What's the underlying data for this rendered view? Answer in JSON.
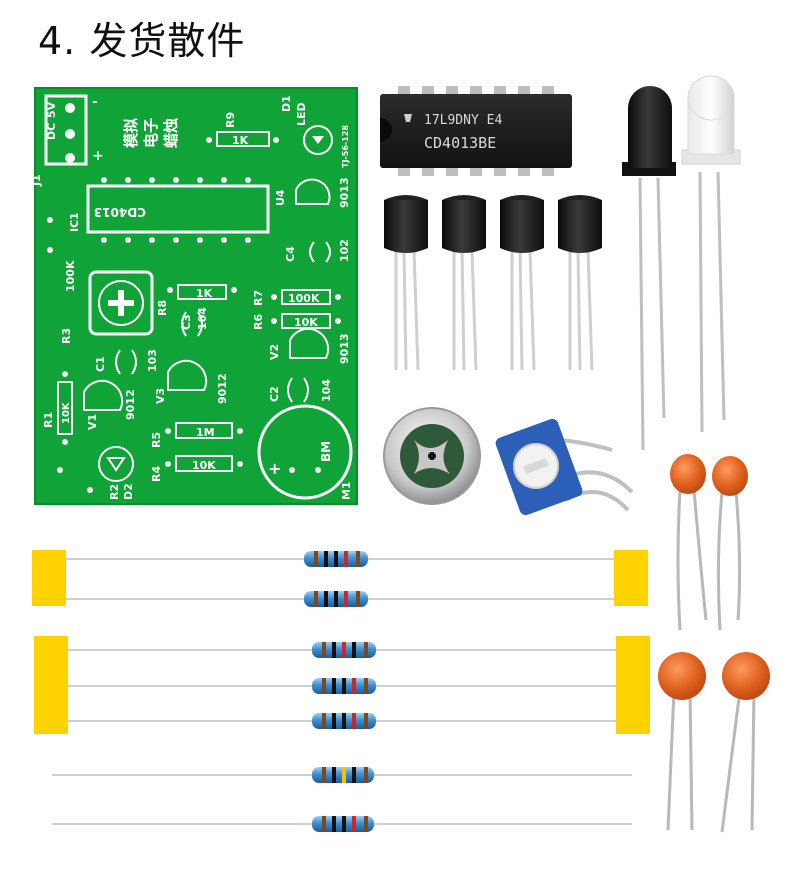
{
  "title": "4. 发货散件",
  "pcb": {
    "name_line1": "模拟",
    "name_line2": "电子",
    "name_line3": "蜡烛",
    "ic_label": "CD4013",
    "ic_ref": "IC1",
    "code": "TJ-56-128",
    "j1": "J1",
    "dc_label": "DC",
    "v5_label": "5V",
    "r9": "R9",
    "r9_val": "1K",
    "d1": "D1",
    "led": "LED",
    "u4": "U4",
    "u4_val": "9013",
    "c4": "C4",
    "c4_val": "102",
    "pot_val": "100K",
    "r3": "R3",
    "r8": "R8",
    "r8_val": "1K",
    "r7": "R7",
    "r7_val": "100K",
    "r6": "R6",
    "r6_val": "10K",
    "c3": "C3",
    "c3_val": "104",
    "c1": "C1",
    "c1_val": "103",
    "v2": "V2",
    "v2_val": "9013",
    "v3": "V3",
    "v3_val": "9012",
    "v1": "V1",
    "v1_val": "9012",
    "r1": "R1",
    "r1_val": "10K",
    "c2": "C2",
    "c2_val": "104",
    "r5": "R5",
    "r5_val": "1M",
    "r4": "R4",
    "r4_val": "10K",
    "r2": "R2",
    "d2": "D2",
    "bm": "BM",
    "m1": "M1",
    "plus": "+",
    "minus": "-"
  },
  "chip": {
    "line1": "17L9DNY E4",
    "line2": "CD4013BE"
  },
  "colors": {
    "pcb_green": "#0fa338",
    "tape_yellow": "#ffd200",
    "resistor_blue": "#3c8fd1",
    "ceramic_orange": "#e2611c"
  }
}
